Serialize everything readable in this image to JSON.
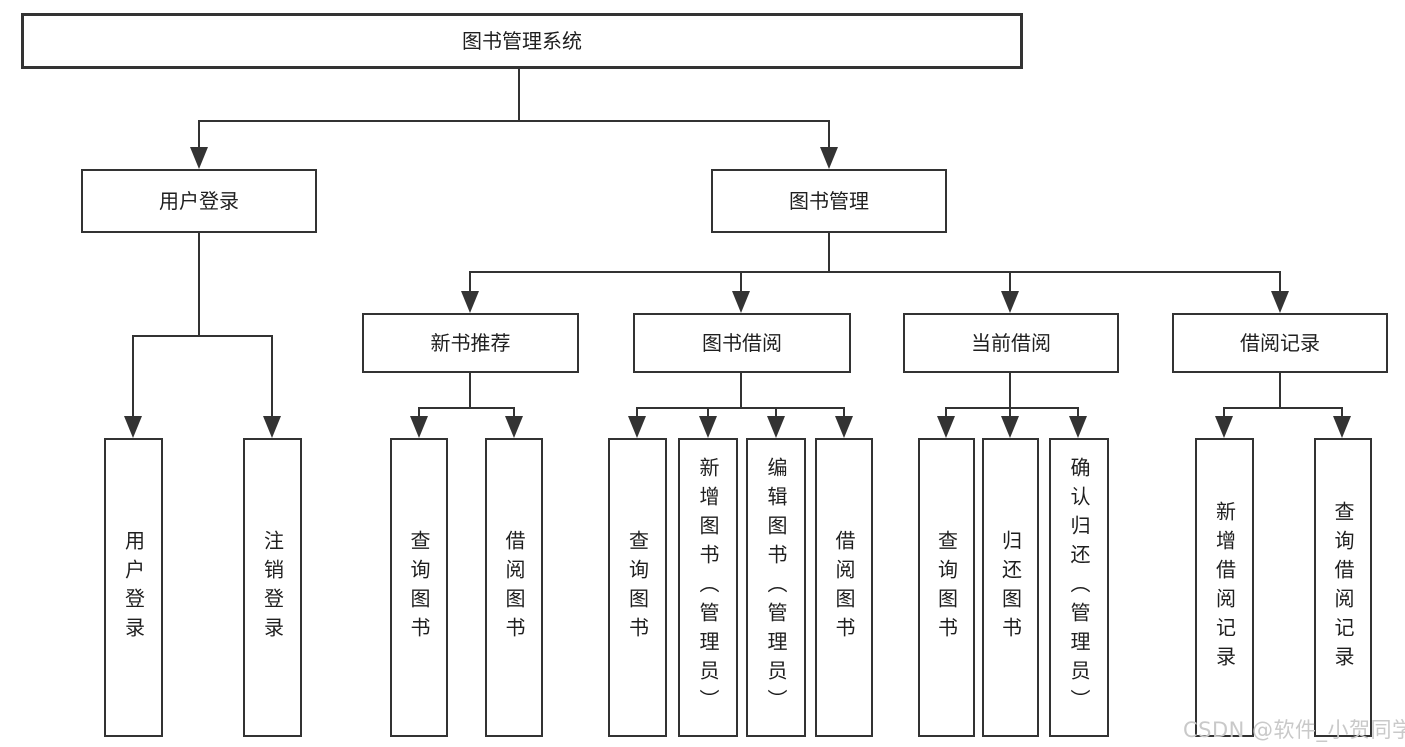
{
  "diagram": {
    "title": "图书管理系统",
    "modules": [
      {
        "label": "用户登录",
        "children": [
          {
            "label": "用户登录"
          },
          {
            "label": "注销登录"
          }
        ]
      },
      {
        "label": "图书管理",
        "children": [
          {
            "label": "新书推荐",
            "children": [
              {
                "label": "查询图书"
              },
              {
                "label": "借阅图书"
              }
            ]
          },
          {
            "label": "图书借阅",
            "children": [
              {
                "label": "查询图书"
              },
              {
                "label": "新增图书（管理员）"
              },
              {
                "label": "编辑图书（管理员）"
              },
              {
                "label": "借阅图书"
              }
            ]
          },
          {
            "label": "当前借阅",
            "children": [
              {
                "label": "查询图书"
              },
              {
                "label": "归还图书"
              },
              {
                "label": "确认归还（管理员）"
              }
            ]
          },
          {
            "label": "借阅记录",
            "children": [
              {
                "label": "新增借阅记录"
              },
              {
                "label": "查询借阅记录"
              }
            ]
          }
        ]
      }
    ]
  },
  "watermark": {
    "text": "CSDN @软件_小贺同学"
  },
  "colors": {
    "line": "#333333",
    "text": "#1f1f1f",
    "background": "#ffffff",
    "watermark": "#c9c9c9"
  }
}
